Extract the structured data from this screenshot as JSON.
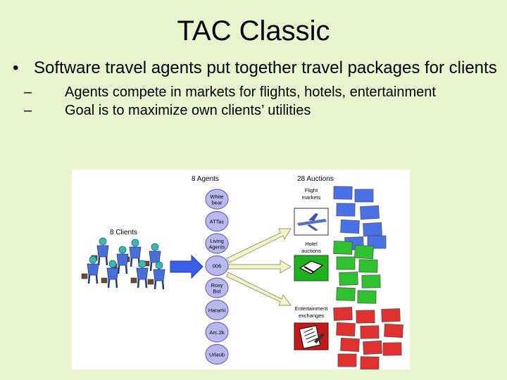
{
  "slide": {
    "title": "TAC Classic",
    "bullet1": "Software travel agents put together travel packages for clients",
    "sub1": "Agents compete in markets for flights, hotels, entertainment",
    "sub2": "Goal is to maximize own clients’ utilities",
    "bullet_glyph": "•",
    "dash_glyph": "–"
  },
  "figure": {
    "agents_header": "8 Agents",
    "auctions_header": "28 Auctions",
    "clients_label": "8 Clients",
    "agents": [
      {
        "lines": [
          "White",
          "bear"
        ]
      },
      {
        "lines": [
          "ATTac"
        ]
      },
      {
        "lines": [
          "Living",
          "Agents"
        ]
      },
      {
        "lines": [
          "006"
        ]
      },
      {
        "lines": [
          "Roxy",
          "Bot"
        ]
      },
      {
        "lines": [
          "Harami"
        ]
      },
      {
        "lines": [
          "Arc.2k"
        ]
      },
      {
        "lines": [
          "Urlaub"
        ]
      }
    ],
    "markets": [
      {
        "lines": [
          "Flight",
          "markets"
        ],
        "color": "#4a72e8"
      },
      {
        "lines": [
          "Hotel",
          "auctions"
        ],
        "color": "#2fc22f"
      },
      {
        "lines": [
          "Entertainment",
          "exchanges"
        ],
        "color": "#e03030"
      }
    ],
    "colors": {
      "agent_fill": "#b9b9f0",
      "agent_stroke": "#6a6ab0",
      "client_shirt": "#4a6fd8",
      "client_skin": "#3bb7b7",
      "arrow_blue": "#3a5ee8",
      "arrow_yellow": "#f4f4c8"
    }
  }
}
